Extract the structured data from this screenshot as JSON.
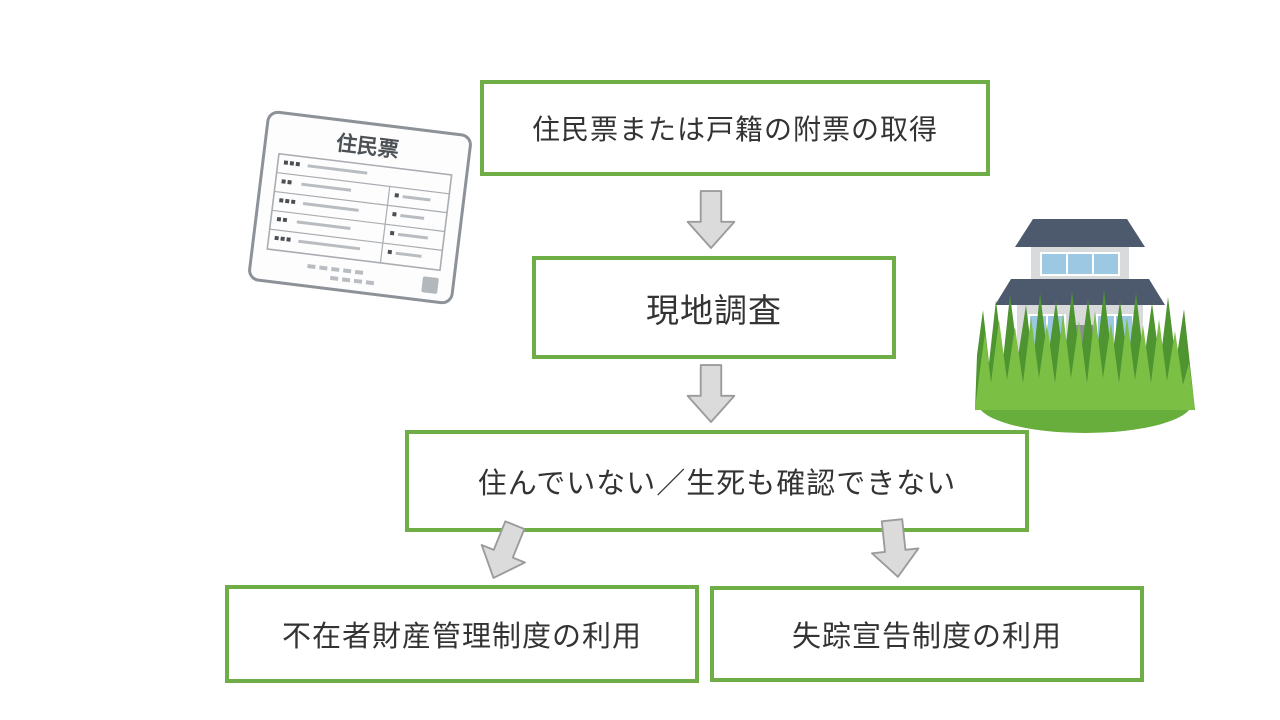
{
  "colors": {
    "accent_green": "#6FAD47",
    "arrow_fill": "#DBDBDB",
    "arrow_stroke": "#9B9B9B",
    "text_color": "#333333"
  },
  "flow": {
    "step1": "住民票または戸籍の附票の取得",
    "step2": "現地調査",
    "step3": "住んでいない／生死も確認できない",
    "branch_left": "不在者財産管理制度の利用",
    "branch_right": "失踪宣告制度の利用"
  },
  "illustrations": {
    "resident_card_title": "住民票"
  }
}
